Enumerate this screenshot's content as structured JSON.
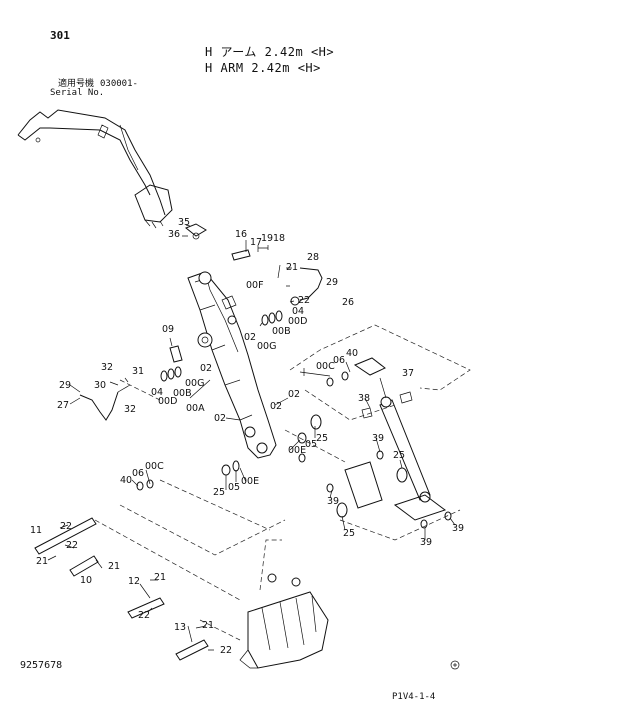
{
  "header": {
    "page_number": "301",
    "title_jp": "H アーム 2.42m <H>",
    "title_en": "H ARM 2.42m <H>",
    "serial_label_jp": "適用号機",
    "serial_label_en": "Serial No.",
    "serial_value": "030001-"
  },
  "footer": {
    "doc_number": "9257678",
    "page_code": "P1V4-1-4"
  },
  "labels": {
    "l35": "35",
    "l36": "36",
    "l16": "16",
    "l17": "17",
    "l19": "19",
    "l18": "18",
    "l21a": "21",
    "l28": "28",
    "l29": "29",
    "l26": "26",
    "l00F": "00F",
    "l22a": "22",
    "l04": "04",
    "l00Da": "00D",
    "l00Ba": "00B",
    "l02a": "02",
    "l00Ga": "00G",
    "l09": "09",
    "l32": "32",
    "l31": "31",
    "l30": "30",
    "l29b": "29",
    "l27": "27",
    "l32b": "32",
    "l04b": "04",
    "l00Db": "00D",
    "l00Bb": "00B",
    "l00Gb": "00G",
    "l02b": "02",
    "l00A": "00A",
    "l02c": "02",
    "l02d": "02",
    "l02e": "02",
    "l00C": "00C",
    "l06": "06",
    "l40": "40",
    "l37": "37",
    "l38": "38",
    "l25a": "25",
    "l05": "05",
    "l00E": "00E",
    "l39a": "39",
    "l25b": "25",
    "l40b": "40",
    "l06b": "06",
    "l00Cb": "00C",
    "l25c": "25",
    "l05b": "05",
    "l00Eb": "00E",
    "l39b": "39",
    "l25d": "25",
    "l39c": "39",
    "l39d": "39",
    "l11": "11",
    "l22b": "22",
    "l22c": "22",
    "l21b": "21",
    "l21c": "21",
    "l10": "10",
    "l12": "12",
    "l21d": "21",
    "l22d": "22",
    "l13": "13",
    "l21e": "21",
    "l22e": "22"
  }
}
